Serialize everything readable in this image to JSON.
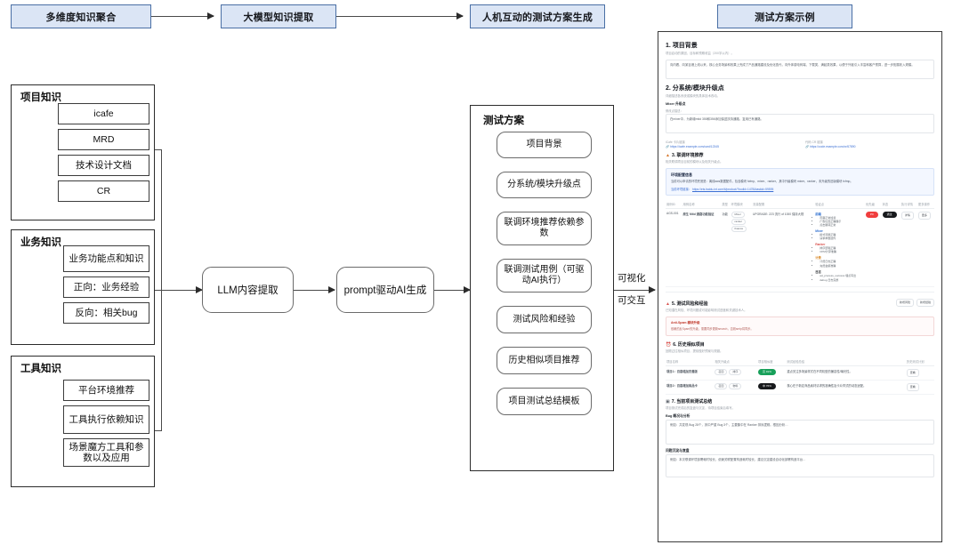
{
  "pipeline": {
    "steps": [
      {
        "label": "多维度知识聚合"
      },
      {
        "label": "大模型知识提取"
      },
      {
        "label": "人机互动的测试方案生成"
      },
      {
        "label": "测试方案示例"
      }
    ]
  },
  "knowledge_groups": [
    {
      "title": "项目知识",
      "items": [
        "icafe",
        "MRD",
        "技术设计文档",
        "CR"
      ]
    },
    {
      "title": "业务知识",
      "items": [
        "业务功能点和知识",
        "正向：业务经验",
        "反向：相关bug"
      ]
    },
    {
      "title": "工具知识",
      "items": [
        "平台环境推荐",
        "工具执行依赖知识",
        "场景魔方工具和参数以及应用"
      ]
    }
  ],
  "process": {
    "llm_extract": "LLM内容提取",
    "prompt_gen": "prompt驱动AI生成"
  },
  "plan": {
    "title": "测试方案",
    "items": [
      "项目背景",
      "分系统/模块升级点",
      "联调环境推荐依赖参数",
      "联调测试用例（可驱动AI执行）",
      "测试风险和经验",
      "历史相似项目推荐",
      "项目测试总结模板"
    ]
  },
  "doc_arrow_labels": {
    "visual": "可视化",
    "interactive": "可交互"
  },
  "document": {
    "sections": {
      "s1": {
        "heading": "1. 项目背景",
        "sub": "项目启动的原因、目标和预期收益（200字以内）。",
        "body": "向内看、向某百港上线以来，核心业务场景和效果上完成了产品通路建设及优化迭代，向外体感电商端、下载类、满起类效果，以便于外链引入丰富和客户预算，进一步拓展收入规模。"
      },
      "s2": {
        "heading": "2. 分系统/模块升级点",
        "sub": "详细描述各系统或模块的具体技术改动。",
        "subsys": "Mixer 升级点",
        "change_label": "修改点描述：",
        "change_body": "在mixer中，为新增mtid 355和356添加保送扶持通路，复用已有通路。",
        "link1_label": "iCafe 卡片链接",
        "link1_url": "https://icafe.example.com/card/12345",
        "link2_label": "代码 CR 链接",
        "link2_url": "https://code.example.com/cr/67890"
      },
      "s3": {
        "heading": "3. 联调环境推荐",
        "sub": "相关联调项目目前的模块以及相关升级点。",
        "env_title": "环境配置信息",
        "env_line": "当前可以申请的环境兜底是：离线aws数据配件，包含模块 fcfmp、mixer、ranker，其中升级模块 mixer、ranker，未升级的旧版模块 fcfmp。",
        "env_url_label": "当前环境链接：",
        "env_url": "https://ets.baidu-int.com/it/product/?toolid=1478&taskid=59595",
        "table": {
          "headers": [
            "用例ID",
            "用例名称",
            "类型",
            "环境模块",
            "流量配置",
            "验证点",
            "优先级",
            "状态",
            "执行详情",
            "更多操作"
          ],
          "rows": [
            {
              "id": "AGS-001",
              "name": "原生 Mtid 通路功能验证",
              "type": "功能",
              "modules": [
                "Mixer",
                "ranker",
                "finance"
              ],
              "traffic": "UPGRADE: 223 流行 of 1000 保持大规",
              "checks": [
                {
                  "group": "前端",
                  "items": [
                    "页面正常加载",
                    "广告位置正确展示",
                    "点击跳转正常"
                  ]
                },
                {
                  "group": "Mixer",
                  "items": [
                    "模式流量正确",
                    "请求参数透传"
                  ]
                },
                {
                  "group": "Ranker",
                  "items": [
                    "排序逻辑正确",
                    "CPM计算准确"
                  ]
                },
                {
                  "group": "计费",
                  "items": [
                    "计费日志正确",
                    "充费金额准确"
                  ]
                },
                {
                  "group": "日志",
                  "items": [
                    "ad_process_success 埋点写出",
                    "debug 日志完整"
                  ]
                }
              ],
              "priority": "P0",
              "status": "通过",
              "detail_btn": "详情",
              "more_btn": "更多"
            }
          ]
        }
      },
      "s5": {
        "heading": "5. 测试风险和经验",
        "sub": "已知潜在风险、环境问题或可能影响测试进度和关键技术人。",
        "btn1": "新增风险",
        "btn2": "新增经验",
        "risk_title": "Anti-Spam 模块升级",
        "risk_body": "依赖的反Spam的升级，需要同步更新smarch，否则smtp将同步。"
      },
      "s6": {
        "heading": "6. 历史相似项目",
        "sub": "回顾过往相似项目，提前做好预案与规避。",
        "headers": [
          "项目名称",
          "相关升级点",
          "项目相似度",
          "测试经验总结",
          "历史测试计划"
        ],
        "rows": [
          {
            "name": "项目1：百喜喵加完善版",
            "tags": [
              "召回",
              "排序"
            ],
            "score": "高 91%",
            "score_kind": "green",
            "summary": "重点关注多场景样式在不同机型的兼容性/曝光性。",
            "link": "查看"
          },
          {
            "name": "项目2：百喜增加商品卡",
            "tags": [
              "召回",
              "物料"
            ],
            "score": "中 76%",
            "score_kind": "dark",
            "summary": "核心在于新定商品素材请求的准确性及卡片样式的动态适配。",
            "link": "查看"
          }
        ]
      },
      "s7": {
        "heading": "7. 当前项目测试总结",
        "sub": "项目测试完成后的复盘与沉淀，待项目结束后填写。",
        "bug_label": "Bug 概况与分析",
        "bug_body": "例如：共发现 Bug 28个，其中严重 Bug 3个，主要集中在 Ranker 排序逻辑。根因分析…",
        "summary_label": "问题沉淀与复盘",
        "summary_body": "例如：本次联调环境部署耗时较长，依赖关联配置构造耗时较长，建议沉淀建设自动化部署构造平台…"
      }
    }
  }
}
